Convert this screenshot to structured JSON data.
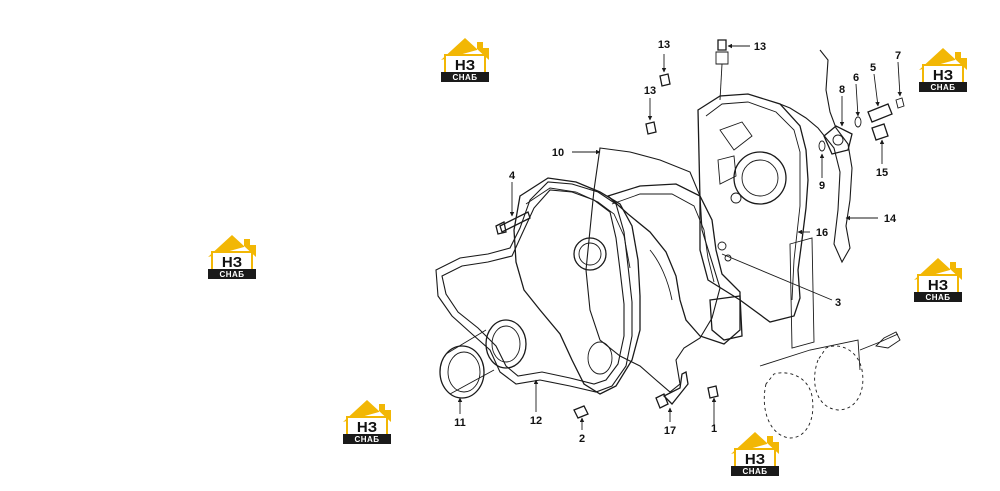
{
  "watermark": {
    "top_text": "НЗ",
    "bottom_text": "СНАБ",
    "colors": {
      "roof": "#f2b705",
      "band": "#1a1a1a",
      "letters": "#1a1a1a"
    }
  },
  "callouts": [
    {
      "id": "c1",
      "label": "1"
    },
    {
      "id": "c2",
      "label": "2"
    },
    {
      "id": "c3",
      "label": "3"
    },
    {
      "id": "c4",
      "label": "4"
    },
    {
      "id": "c5",
      "label": "5"
    },
    {
      "id": "c6",
      "label": "6"
    },
    {
      "id": "c7",
      "label": "7"
    },
    {
      "id": "c8",
      "label": "8"
    },
    {
      "id": "c9",
      "label": "9"
    },
    {
      "id": "c10",
      "label": "10"
    },
    {
      "id": "c11",
      "label": "11"
    },
    {
      "id": "c12",
      "label": "12"
    },
    {
      "id": "c13a",
      "label": "13"
    },
    {
      "id": "c13b",
      "label": "13"
    },
    {
      "id": "c13c",
      "label": "13"
    },
    {
      "id": "c14",
      "label": "14"
    },
    {
      "id": "c15",
      "label": "15"
    },
    {
      "id": "c16",
      "label": "16"
    },
    {
      "id": "c17",
      "label": "17"
    }
  ]
}
